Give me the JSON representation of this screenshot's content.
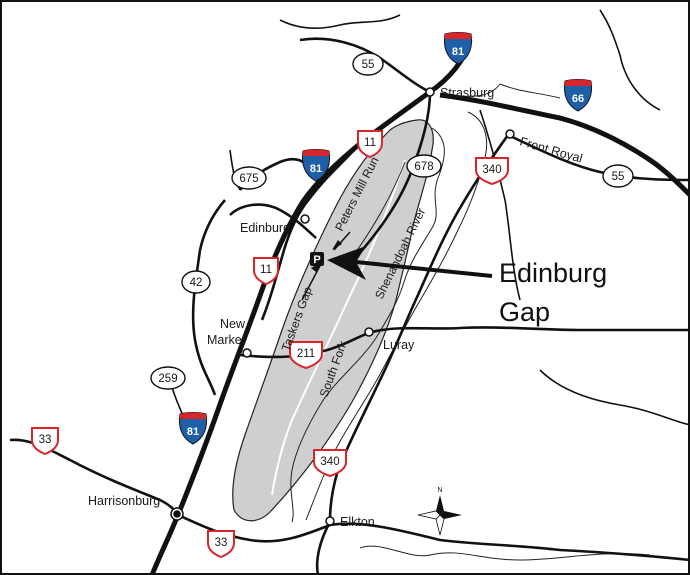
{
  "callout": {
    "line1": "Edinburg",
    "line2": "Gap"
  },
  "towns": {
    "strasburg": "Strasburg",
    "front_royal": "Front Royal",
    "edinburg": "Edinburg",
    "new": "New",
    "market": "Market",
    "luray": "Luray",
    "harrisonburg": "Harrisonburg",
    "elkton": "Elkton"
  },
  "waterways": {
    "peters_mill_run": "Peters Mill Run",
    "shenandoah_river": "Shenandoah River",
    "south_fork": "South Fork",
    "taskers_gap": "Taskers Gap"
  },
  "interstates": {
    "i81_top": "81",
    "i81_mid": "81",
    "i81_bottom": "81",
    "i66": "66"
  },
  "us_routes": {
    "us11_top": "11",
    "us11_mid": "11",
    "us340_top": "340",
    "us340_bottom": "340",
    "us211": "211",
    "us33_left": "33",
    "us33_bottom": "33"
  },
  "state_routes": {
    "r55_top": "55",
    "r55_right": "55",
    "r675": "675",
    "r678": "678",
    "r42": "42",
    "r259": "259"
  },
  "parking": "P",
  "compass": "N",
  "colors": {
    "mountain": "#cfcfcf",
    "road": "#111111",
    "interstate_blue": "#1f5fa8",
    "interstate_red": "#d6262b",
    "us_shield_red": "#d6262b"
  }
}
